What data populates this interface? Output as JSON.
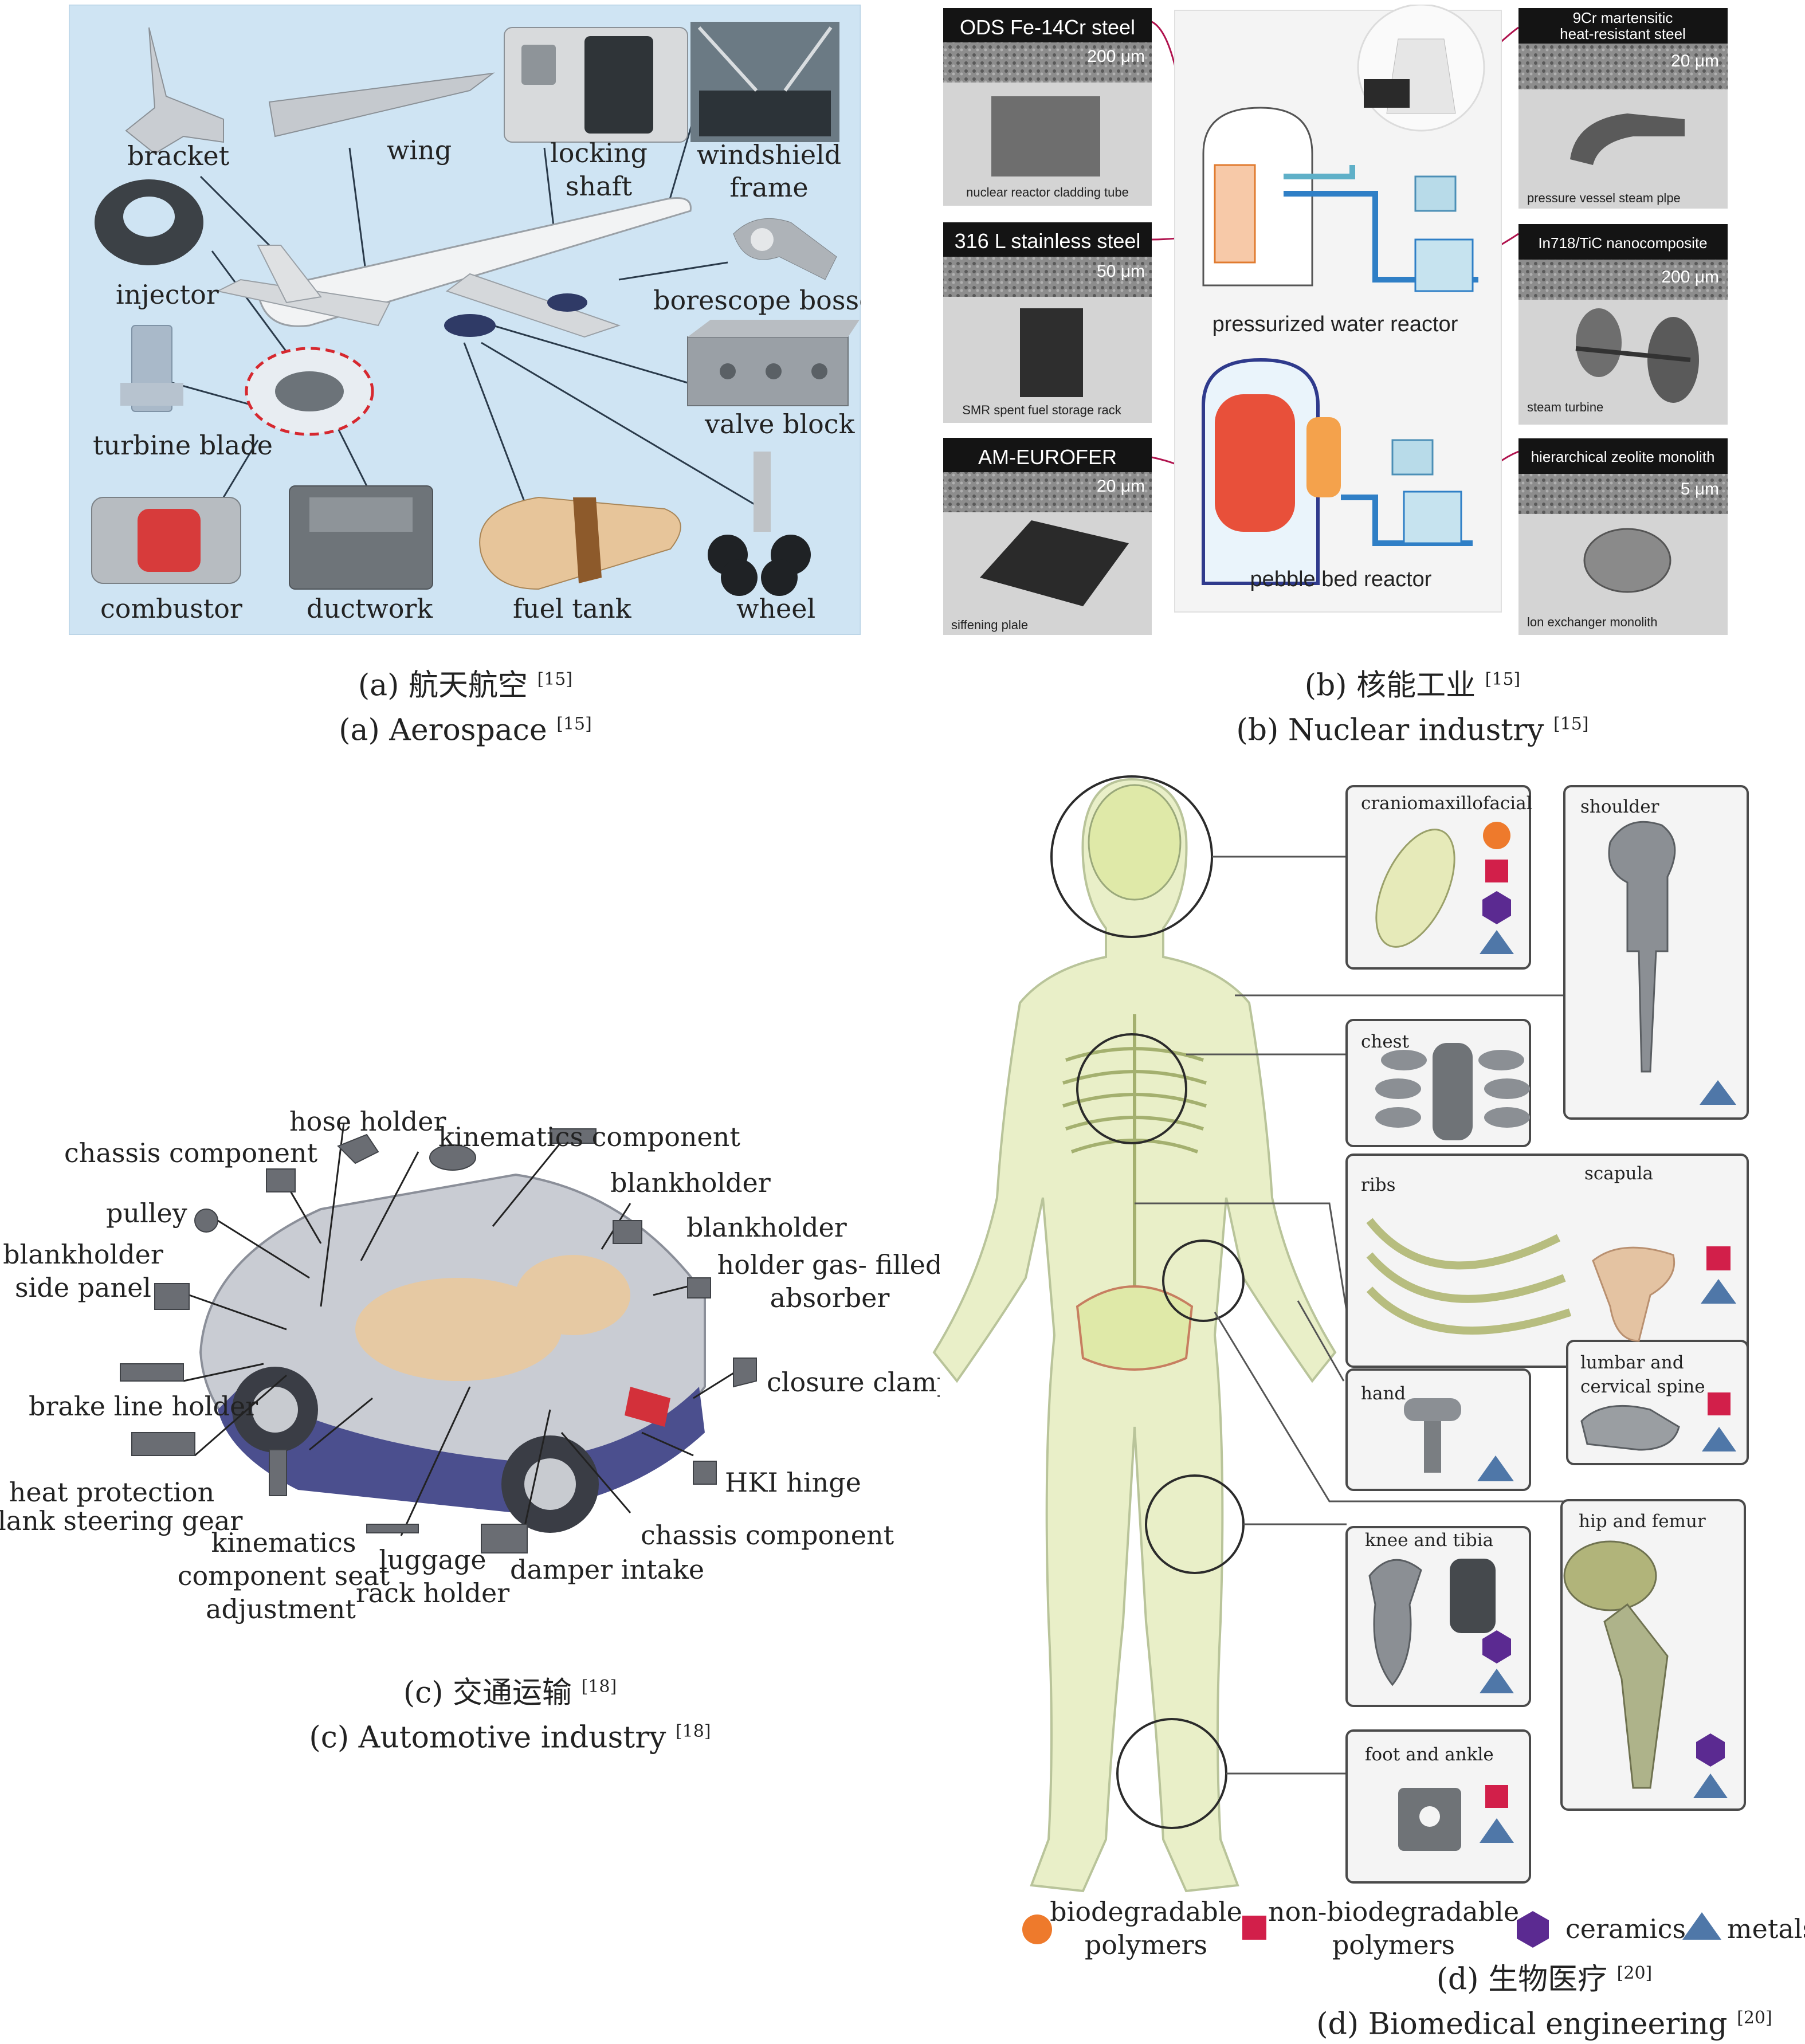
{
  "aerospace": {
    "labels": {
      "bracket": "bracket",
      "wing": "wing",
      "locking_shaft_l1": "locking",
      "locking_shaft_l2": "shaft",
      "windshield_l1": "windshield",
      "windshield_l2": "frame",
      "injector": "injector",
      "borescope": "borescope bosses",
      "turbine_blade": "turbine blade",
      "valve_block": "valve block",
      "combustor": "combustor",
      "ductwork": "ductwork",
      "fuel_tank": "fuel tank",
      "wheel": "wheel"
    },
    "caption_cn": "(a) 航天航空",
    "caption_en": "(a) Aerospace",
    "ref": "[15]"
  },
  "nuclear": {
    "cards_left": [
      {
        "title": "ODS Fe-14Cr steel",
        "scale": "200 μm",
        "item": "nuclear reactor cladding tube"
      },
      {
        "title": "316 L stainless steel",
        "scale": "50 μm",
        "item": "SMR spent fuel storage rack"
      },
      {
        "title": "AM-EUROFER",
        "scale": "20 μm",
        "item": "siffening plale"
      }
    ],
    "cards_right": [
      {
        "title_l1": "9Cr martensitic",
        "title_l2": "heat-resistant steel",
        "scale": "20 μm",
        "item": "pressure vessel steam plpe"
      },
      {
        "title_l1": "In718/TiC nanocomposite",
        "title_l2": "",
        "scale": "200 μm",
        "item": "steam turbine"
      },
      {
        "title_l1": "hierarchical zeolite monolith",
        "title_l2": "",
        "scale": "5 μm",
        "item": "lon exchanger monolith"
      }
    ],
    "reactor_top": "pressurized water reactor",
    "reactor_bottom": "pebble bed reactor",
    "caption_cn": "(b) 核能工业",
    "caption_en": "(b) Nuclear industry",
    "ref": "[15]"
  },
  "automotive": {
    "labels": {
      "chassis_top": "chassis component",
      "hose_holder": "hose holder",
      "kinematics_top": "kinematics component",
      "blankholder_1": "blankholder",
      "pulley": "pulley",
      "blankholder_2": "blankholder",
      "bh_side_l1": "blankholder",
      "bh_side_l2": "side panel",
      "gas_l1": "holder gas- filled",
      "gas_l2": "absorber",
      "closure_clamp": "closure clamp",
      "brake_line": "brake line holder",
      "hki_hinge": "HKI hinge",
      "heat_l1": "heat protection",
      "heat_l2": "blank steering gear",
      "chassis_bottom": "chassis component",
      "kin_seat_l1": "kinematics",
      "kin_seat_l2": "component seat",
      "kin_seat_l3": "adjustment",
      "luggage_l1": "luggage",
      "luggage_l2": "rack holder",
      "damper": "damper intake"
    },
    "caption_cn": "(c)  交通运输",
    "caption_en": "(c) Automotive industry",
    "ref": "[18]"
  },
  "biomedical": {
    "boxes": {
      "cranio": "craniomaxillofacial",
      "shoulder": "shoulder",
      "chest": "chest",
      "ribs": "ribs",
      "scapula": "scapula",
      "hand": "hand",
      "lumbar_l1": "lumbar and",
      "lumbar_l2": "cervical spine",
      "hip": "hip and femur",
      "knee": "knee and tibia",
      "foot": "foot and ankle"
    },
    "legend": {
      "bio_l1": "biodegradable",
      "bio_l2": "polymers",
      "nonbio_l1": "non-biodegradable",
      "nonbio_l2": "polymers",
      "ceramics": "ceramics",
      "metals": "metals"
    },
    "colors": {
      "biodegradable": "#ee7a2c",
      "non_biodegradable": "#d21f4a",
      "ceramics": "#5b2a91",
      "metals": "#4f77a8"
    },
    "caption_cn": "(d) 生物医疗",
    "caption_en": "(d) Biomedical engineering",
    "ref": "[20]"
  }
}
